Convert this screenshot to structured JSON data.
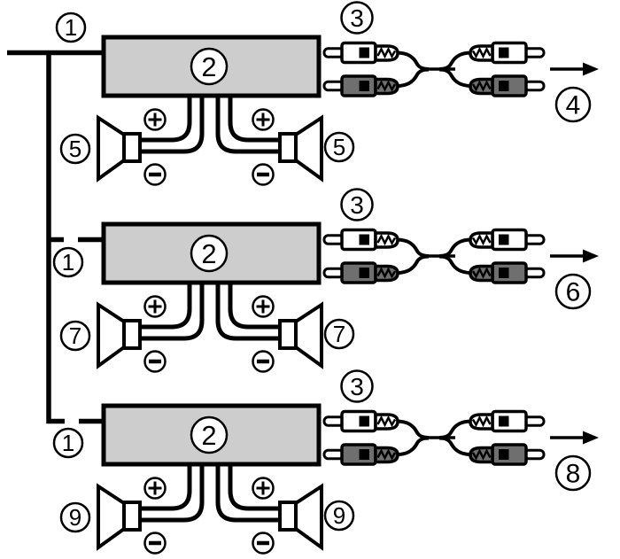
{
  "diagram": {
    "kind": "amplifier-speaker-wiring-diagram",
    "rows": [
      {
        "power_lead_label": "1",
        "amplifier_label": "2",
        "rca_cable_label": "3",
        "left_speaker_label": "5",
        "right_speaker_label": "5",
        "output_label": "4"
      },
      {
        "power_lead_label": "1",
        "amplifier_label": "2",
        "rca_cable_label": "3",
        "left_speaker_label": "7",
        "right_speaker_label": "7",
        "output_label": "6"
      },
      {
        "power_lead_label": "1",
        "amplifier_label": "2",
        "rca_cable_label": "3",
        "left_speaker_label": "9",
        "right_speaker_label": "9",
        "output_label": "8"
      }
    ],
    "polarity": {
      "positive": "+",
      "negative": "−"
    },
    "icons": [
      "power-trunk-line",
      "amplifier-box",
      "speaker-icon",
      "plus-icon",
      "minus-icon",
      "rca-plug-white-icon",
      "rca-plug-gray-icon",
      "rca-cable-icon",
      "output-arrow-icon"
    ],
    "colors": {
      "amplifier_fill": "#cdcdcd",
      "dark_plug_fill": "#6f6f6f",
      "outline": "#000000",
      "background": "#ffffff"
    }
  }
}
